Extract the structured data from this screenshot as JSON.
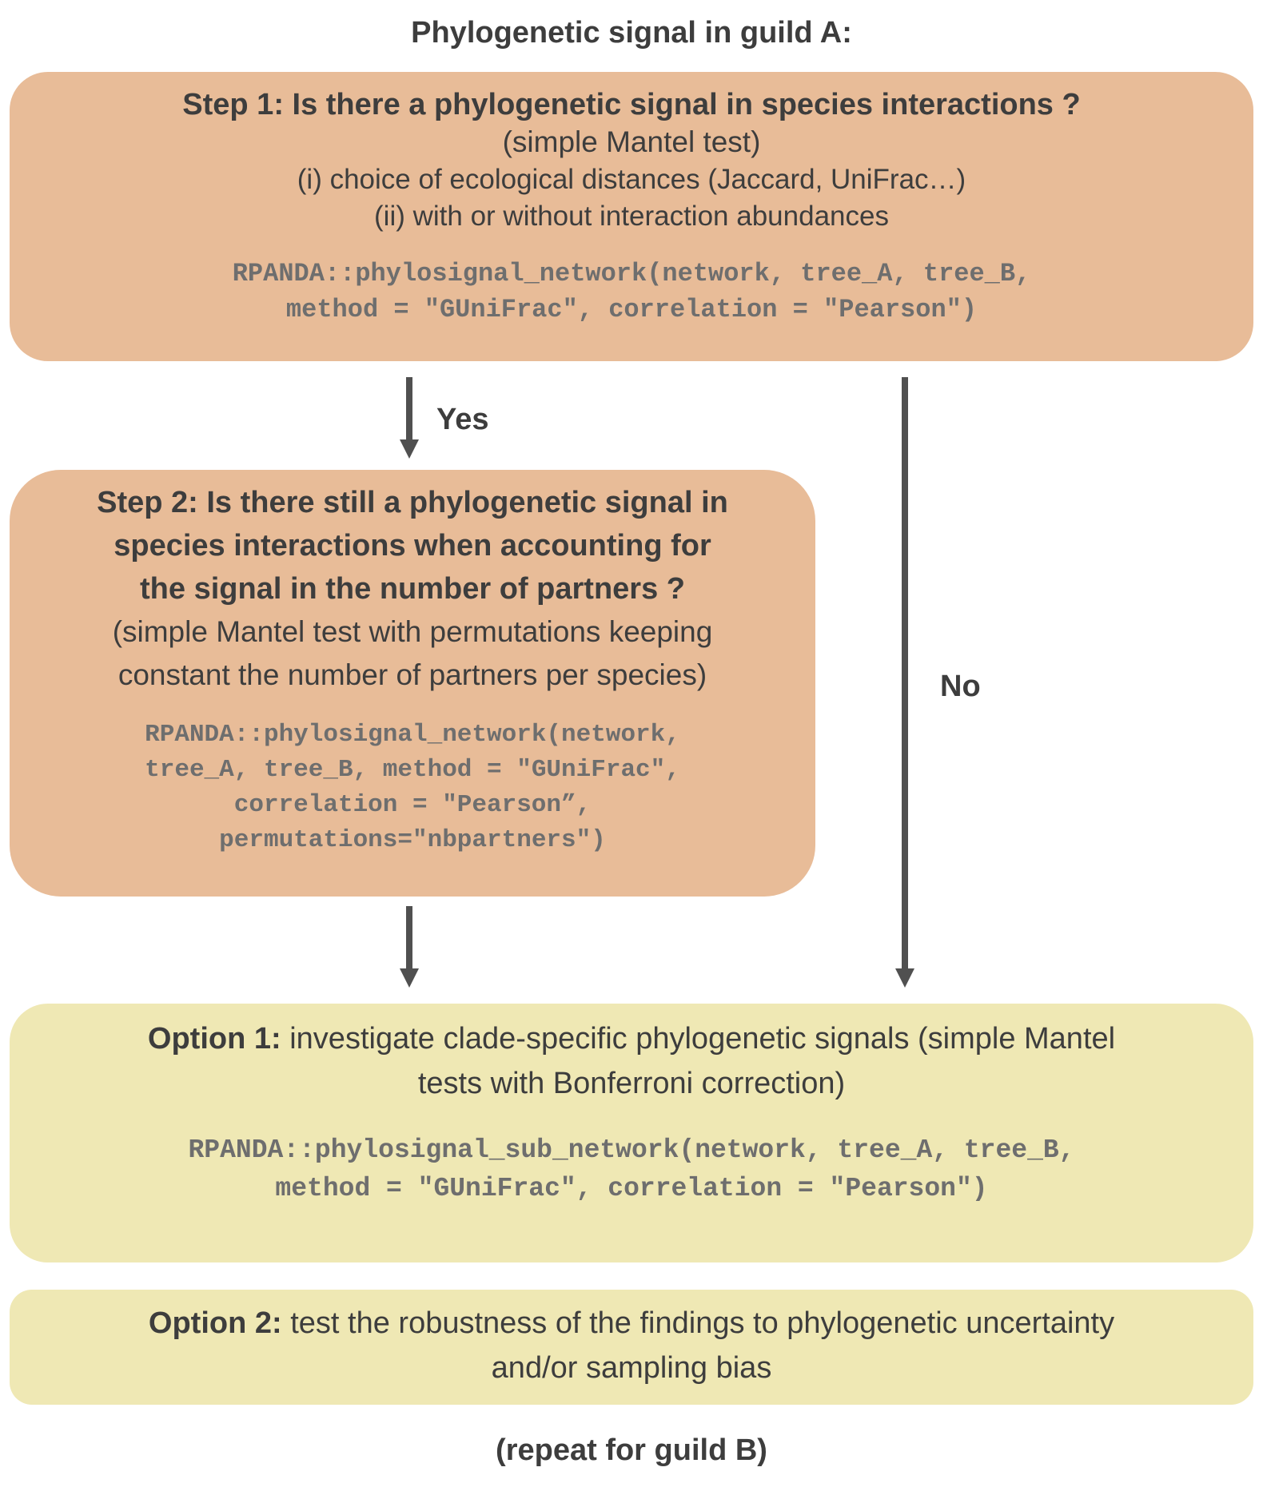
{
  "title": "Phylogenetic signal in guild A:",
  "step1": {
    "heading": "Step 1: Is there a phylogenetic signal in species interactions ?",
    "subtitle": "(simple Mantel test)",
    "line_i": "(i) choice of ecological distances (Jaccard, UniFrac…)",
    "line_ii": "(ii) with or without interaction abundances",
    "code_line1": "RPANDA::phylosignal_network(network, tree_A, tree_B,",
    "code_line2": "method = \"GUniFrac\", correlation = \"Pearson\")"
  },
  "edges": {
    "yes_label": "Yes",
    "no_label": "No"
  },
  "step2": {
    "heading_line1": "Step 2: Is there still a phylogenetic signal in",
    "heading_line2": "species interactions when accounting for",
    "heading_line3": "the signal in the number of partners ?",
    "sub_line1": "(simple Mantel test with permutations keeping",
    "sub_line2": "constant the number of partners per species)",
    "code_line1": "RPANDA::phylosignal_network(network,",
    "code_line2": "tree_A, tree_B, method = \"GUniFrac\",",
    "code_line3": "correlation = \"Pearson”,",
    "code_line4": "permutations=\"nbpartners\")"
  },
  "option1": {
    "label": "Option 1:",
    "text_line1": " investigate clade-specific phylogenetic signals (simple Mantel",
    "text_line2": "tests with Bonferroni correction)",
    "code_line1": "RPANDA::phylosignal_sub_network(network, tree_A, tree_B,",
    "code_line2": "method = \"GUniFrac\", correlation = \"Pearson\")"
  },
  "option2": {
    "label": "Option 2:",
    "text_line1": " test the robustness of the findings to phylogenetic uncertainty",
    "text_line2": "and/or sampling bias"
  },
  "footer": "(repeat for guild B)",
  "colors": {
    "step_fill": "#e8bc98",
    "option_fill": "#efe8b4",
    "arrow": "#505050",
    "text": "#3d3d3d",
    "code": "#6e6e6e"
  }
}
